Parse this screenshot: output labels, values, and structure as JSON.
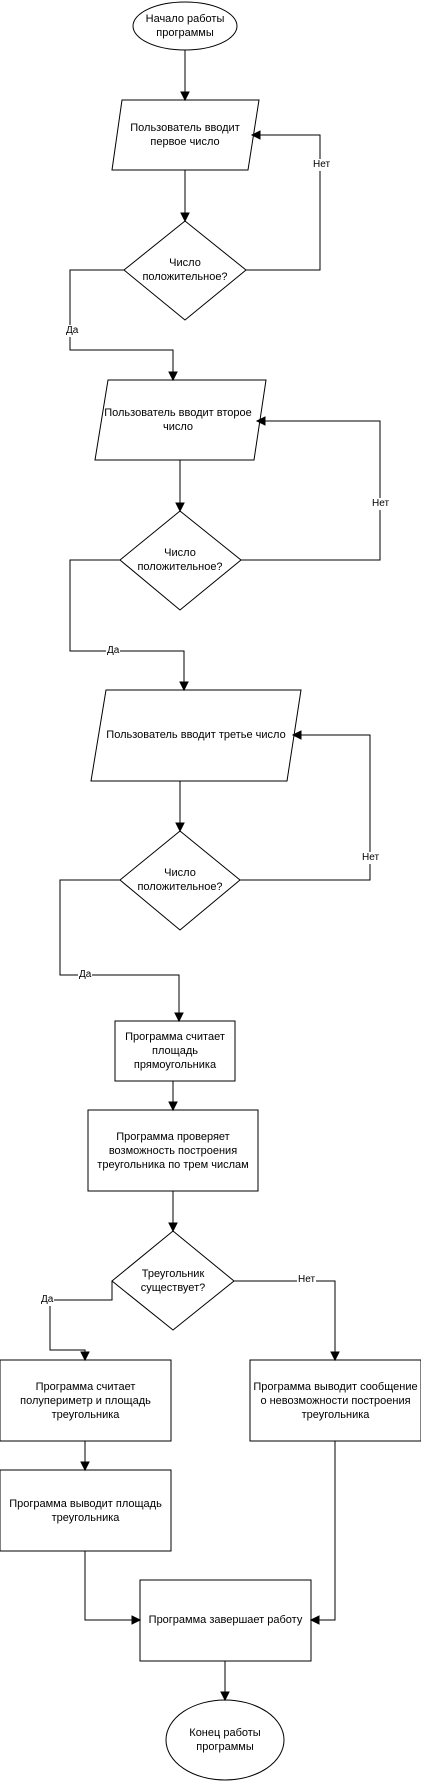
{
  "nodes": {
    "start": "Начало работы программы",
    "input1": "Пользователь вводит первое число",
    "check1": "Число положительное?",
    "input2": "Пользователь вводит второе число",
    "check2": "Число положительное?",
    "input3": "Пользователь вводит третье число",
    "check3": "Число положительное?",
    "rect_area": "Программа считает площадь прямоугольника",
    "tri_check": "Программа проверяет возможность построения треугольника по трем числам",
    "tri_exists": "Треугольник существует?",
    "tri_calc": "Программа считает полупериметр и площадь треугольника",
    "tri_error": "Программа выводит сообщение о невозможности построения треугольника",
    "tri_output": "Программа выводит площадь треугольника",
    "finish": "Программа завершает работу",
    "end": "Конец работы программы"
  },
  "edge_labels": {
    "no1": "Нет",
    "yes1": "Да",
    "no2": "Нет",
    "yes2": "Да",
    "no3": "Нет",
    "yes3": "Да",
    "tri_yes": "Да",
    "tri_no": "Нет"
  }
}
